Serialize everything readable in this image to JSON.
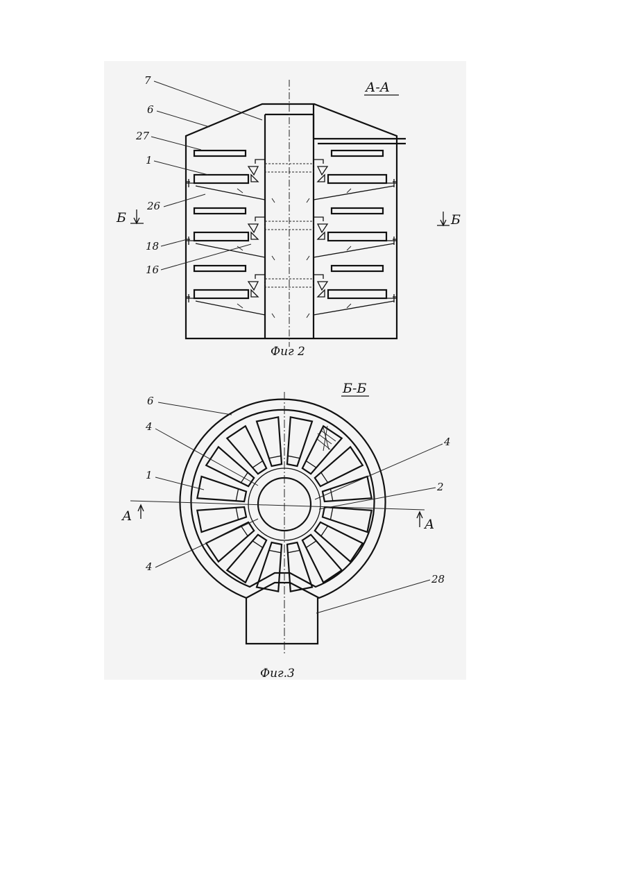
{
  "fig2": {
    "section_label": "А-А",
    "caption": "Фиг 2",
    "cut_left": "Б",
    "cut_right": "Б",
    "callouts": [
      "7",
      "6",
      "27",
      "1",
      "26",
      "18",
      "16"
    ]
  },
  "fig3": {
    "section_label": "Б-Б",
    "caption": "Фиг.3",
    "cut_left": "А",
    "cut_right": "А",
    "callouts": [
      "6",
      "4",
      "1",
      "4",
      "2",
      "4",
      "28"
    ]
  }
}
